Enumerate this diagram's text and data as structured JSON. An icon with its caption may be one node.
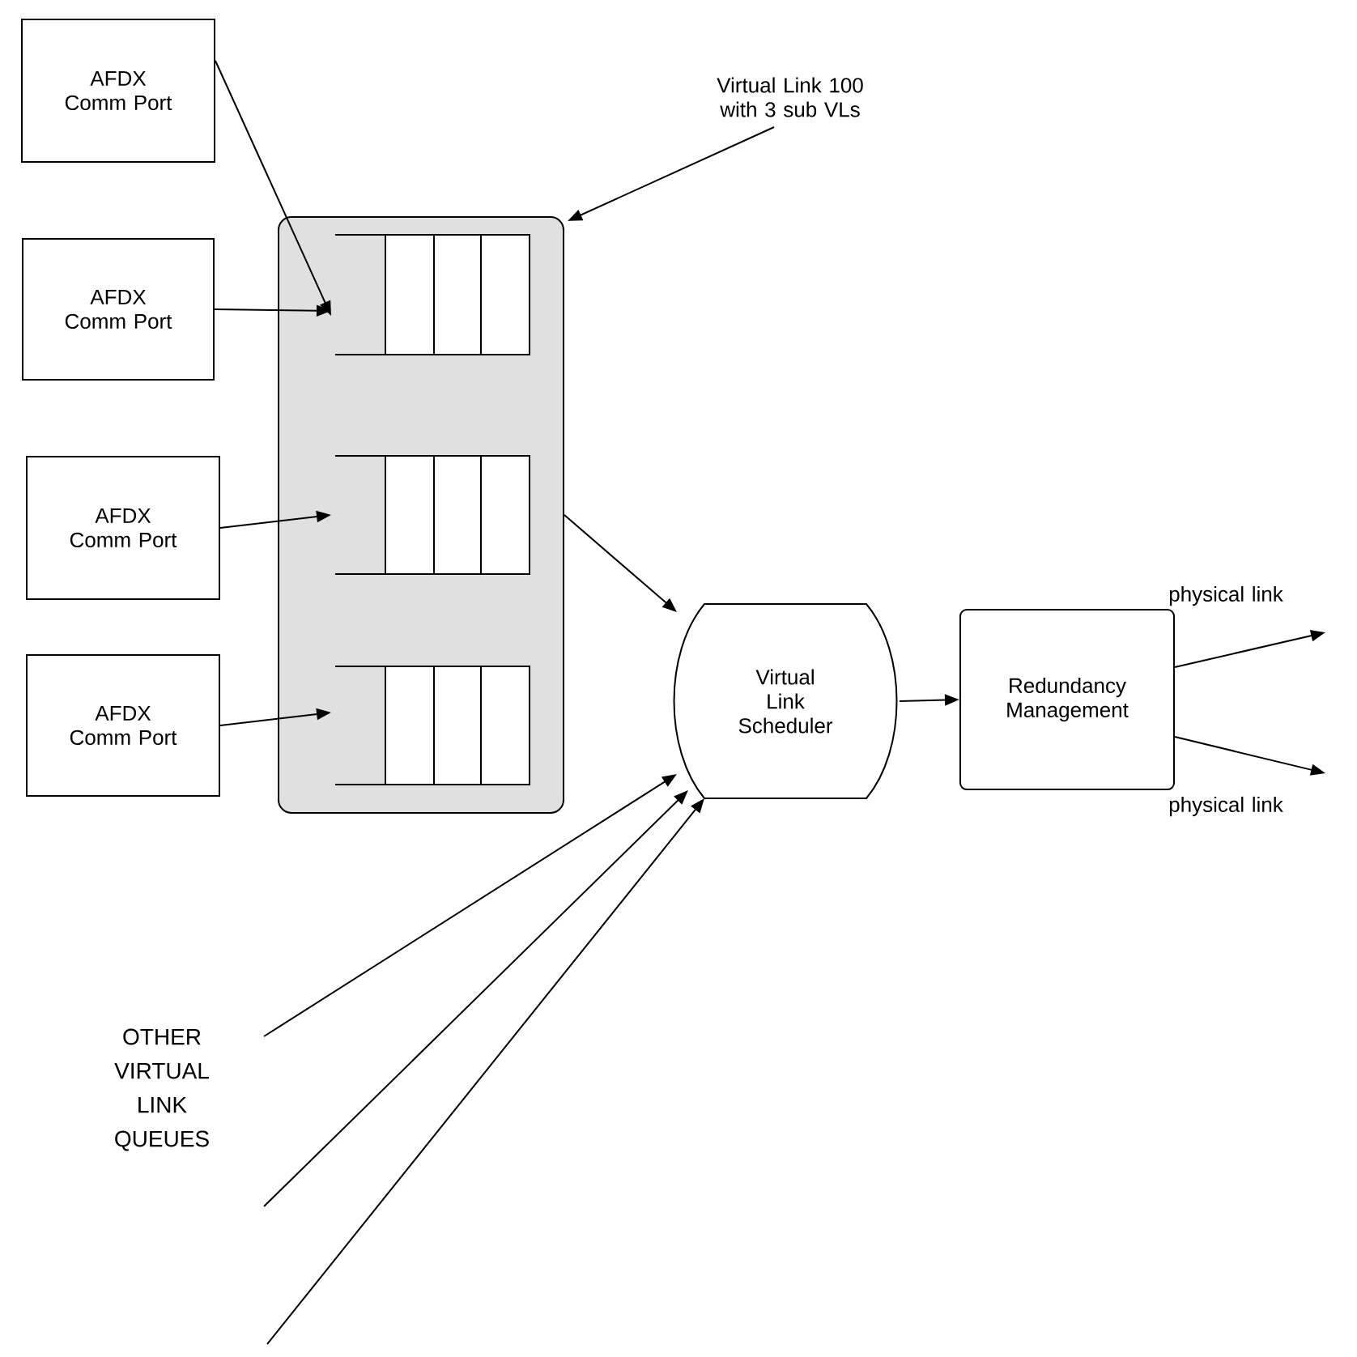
{
  "diagram": {
    "nodes": [
      {
        "text": [
          "AFDX Comm Port"
        ]
      },
      {
        "text": [
          "AFDX Comm Port"
        ]
      },
      {
        "text": [
          "AFDX Comm Port"
        ]
      },
      {
        "text": [
          "AFDX Comm Port"
        ]
      },
      {
        "text": [],
        "shape": "box"
      },
      {
        "text": [
          "Virtual Link 100 with 3 sub VLs"
        ]
      },
      {
        "text": [],
        "shape": "queue",
        "in": 4
      },
      {
        "text": [],
        "shape": "queue",
        "in": 4
      },
      {
        "text": [],
        "shape": "queue",
        "in": 4
      },
      {
        "text": [
          "Virtual Link Scheduler"
        ]
      },
      {
        "text": [
          "Redundancy Management"
        ]
      },
      {
        "text": [
          "physical link"
        ]
      },
      {
        "text": [
          "physical link"
        ]
      }
    ],
    "edges": [
      {
        "from": 0,
        "to": 6,
        "arrow": "to"
      },
      {
        "from": 1,
        "to": 6,
        "arrow": "to"
      },
      {
        "from": 2,
        "to": 7,
        "arrow": "to"
      },
      {
        "from": 3,
        "to": 8,
        "arrow": "to"
      },
      {
        "from": 4,
        "to": 9,
        "arrow": "to"
      },
      {
        "from": 5,
        "to": 4,
        "arrow": "to"
      },
      {
        "from": 9,
        "to": 10,
        "arrow": "to"
      },
      {
        "from": 10,
        "to": 11,
        "arrow": "to"
      },
      {
        "from": 10,
        "to": 12,
        "arrow": "to"
      },
      {
        "from": null,
        "to": 9,
        "arrow": "to"
      },
      {
        "from": null,
        "to": 9,
        "arrow": "to"
      },
      {
        "from": null,
        "to": 9,
        "arrow": "to"
      }
    ],
    "labels": [
      "OTHER VIRTUAL LINK QUEUES"
    ]
  }
}
